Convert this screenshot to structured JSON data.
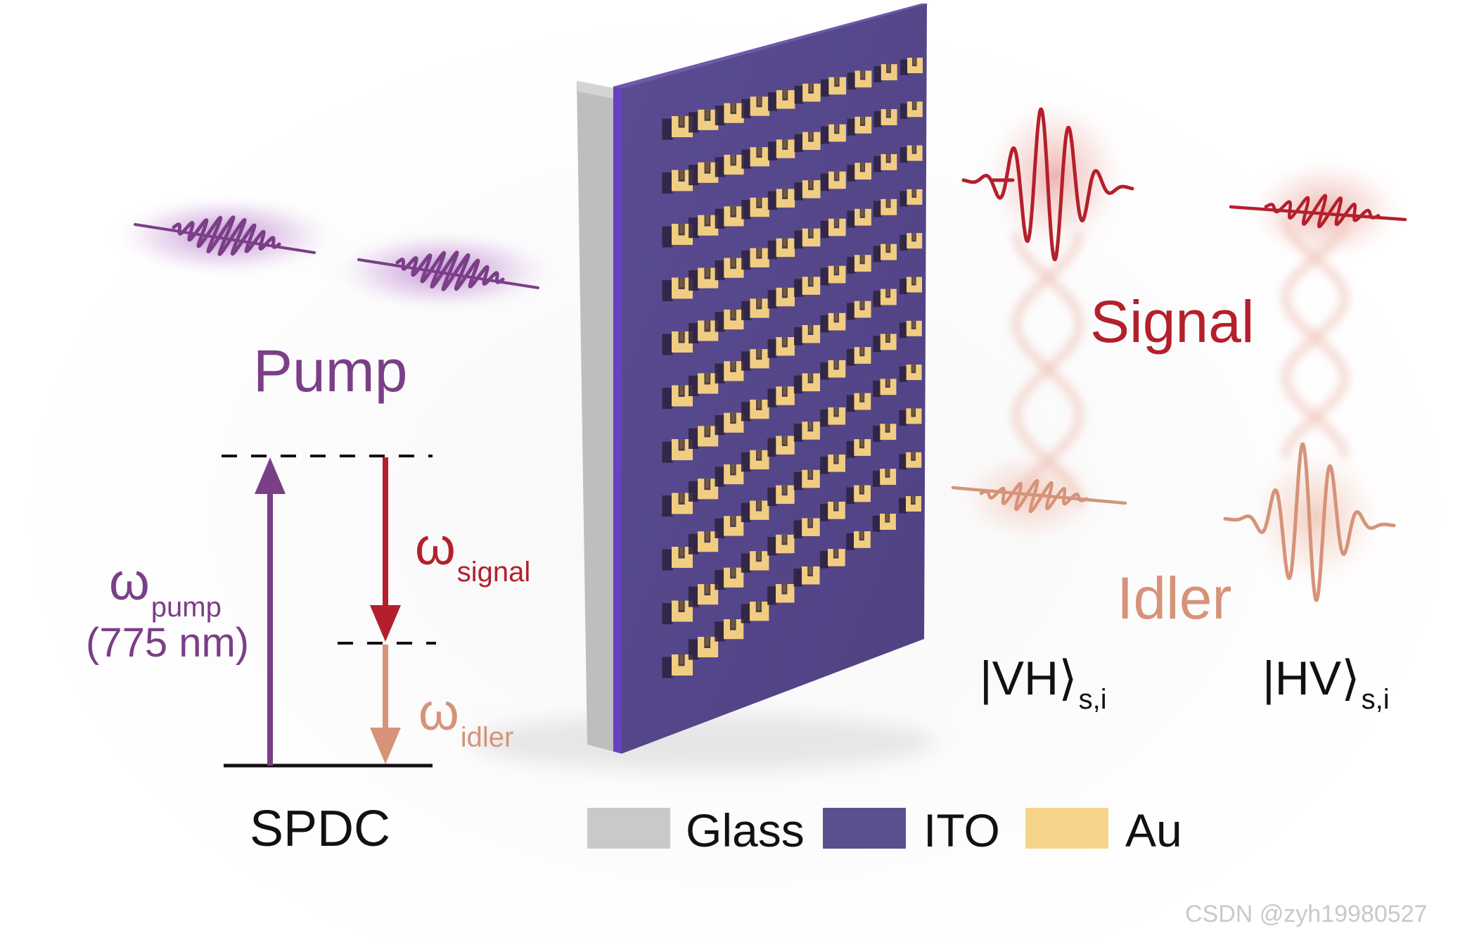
{
  "labels": {
    "pump": "Pump",
    "signal": "Signal",
    "idler": "Idler",
    "spdc": "SPDC",
    "omega_pump": {
      "symbol": "ω",
      "sub": "pump"
    },
    "pump_wavelength": "(775 nm)",
    "omega_signal": {
      "symbol": "ω",
      "sub": "signal"
    },
    "omega_idler": {
      "symbol": "ω",
      "sub": "idler"
    },
    "state_vh": {
      "main": "|VH⟩",
      "sub": "s,i"
    },
    "state_hv": {
      "main": "|HV⟩",
      "sub": "s,i"
    }
  },
  "legend": [
    {
      "label": "Glass",
      "color": "#c8c9cb"
    },
    {
      "label": "ITO",
      "color": "#5b4f8e"
    },
    {
      "label": "Au",
      "color": "#f6d58a"
    }
  ],
  "colors": {
    "pump": "#7a3f86",
    "pump_glow": "#a25ab6",
    "signal": "#b3202b",
    "idler": "#d6937a",
    "ito_front": "#5a4a8d",
    "ito_edge": "#6a3fc4",
    "glass_edge": "#b5b6b8",
    "gold": "#f1cd82",
    "gold_dark": "#2f2440"
  },
  "metasurface": {
    "rows": 11,
    "columns": 10
  },
  "watermark": "CSDN @zyh19980527"
}
